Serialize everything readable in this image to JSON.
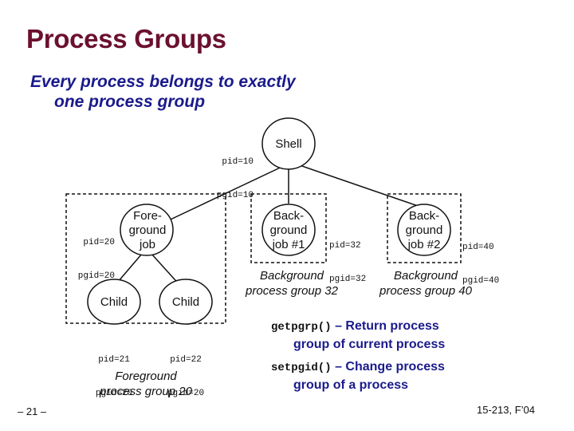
{
  "slide": {
    "title": "Process Groups",
    "bullet_line1": "Every process belongs to exactly",
    "bullet_line2": "one process group"
  },
  "shell": {
    "label": "Shell",
    "pid": "pid=10",
    "pgid": "pgid=10"
  },
  "foreground": {
    "label_line1": "Fore-",
    "label_line2": "ground",
    "label_line3": "job",
    "pid": "pid=20",
    "pgid": "pgid=20",
    "group_caption_line1": "Foreground",
    "group_caption_line2": "process group 20",
    "children": [
      {
        "label": "Child",
        "pid": "pid=21",
        "pgid": "pgid=20"
      },
      {
        "label": "Child",
        "pid": "pid=22",
        "pgid": "pgid=20"
      }
    ]
  },
  "background1": {
    "label_line1": "Back-",
    "label_line2": "ground",
    "label_line3": "job #1",
    "pid": "pid=32",
    "pgid": "pgid=32",
    "group_caption_line1": "Background",
    "group_caption_line2": "process group 32"
  },
  "background2": {
    "label_line1": "Back-",
    "label_line2": "ground",
    "label_line3": "job #2",
    "pid": "pid=40",
    "pgid": "pgid=40",
    "group_caption_line1": "Background",
    "group_caption_line2": "process group 40"
  },
  "functions": [
    {
      "name": "getpgrp()",
      "dash": " – ",
      "desc_line1": "Return process",
      "desc_line2": "group of current process"
    },
    {
      "name": "setpgid()",
      "dash": " – ",
      "desc_line1": "Change process",
      "desc_line2": "group of a process"
    }
  ],
  "footer": {
    "page": "– 21 –",
    "course": "15-213, F’04"
  },
  "colors": {
    "title": "#6b1030",
    "bullet": "#1a1a8c",
    "line": "#111111"
  }
}
